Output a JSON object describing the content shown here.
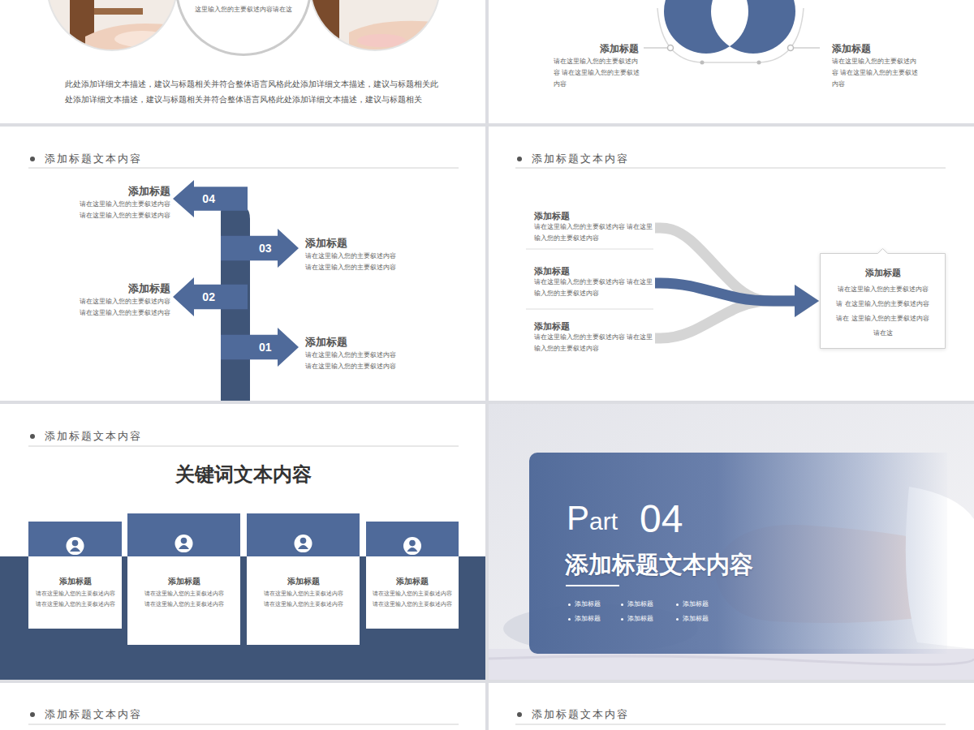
{
  "diagram": {
    "nodes": [
      {
        "text": [
          "这里输入您的主要叙述内容请在这"
        ]
      },
      {
        "text": [
          "04",
          "添加标题",
          "请在这里输入您的主要叙述内容 请在这里输入您的主要叙述内容"
        ]
      },
      {
        "text": [
          "03",
          "添加标题",
          "请在这里输入您的主要叙述内容 请在这里输入您的主要叙述内容"
        ]
      },
      {
        "text": [
          "02",
          "添加标题",
          "请在这里输入您的主要叙述内容 请在这里输入您的主要叙述内容"
        ]
      },
      {
        "text": [
          "01",
          "添加标题",
          "请在这里输入您的主要叙述内容 请在这里输入您的主要叙述内容"
        ]
      },
      {
        "text": [
          "添加标题",
          "请在这里输入您的主要叙述内容 请在这里输入您的主要叙述内容"
        ]
      },
      {
        "text": [
          "添加标题",
          "请在这里输入您的主要叙述内容 请在这里输入您的主要叙述内容"
        ]
      },
      {
        "text": [
          "添加标题",
          "请在这里输入您的主要叙述内容 请在这里输入您的主要叙述内容"
        ]
      },
      {
        "text": [
          "添加标题",
          "请在这里输入您的主要叙述内容请 在这里输入您的主要叙述内容请在 这里输入您的主要叙述内容请在这"
        ]
      },
      {
        "text": [
          "添加标题",
          "请在这里输入您的主要叙述内容 请在这里输入您的主要叙述内容"
        ]
      },
      {
        "text": [
          "添加标题",
          "请在这里输入您的主要叙述内容 请在这里输入您的主要叙述内容"
        ]
      },
      {
        "text": [
          "添加标题",
          "请在这里输入您的主要叙述内容 请在这里输入您的主要叙述内容"
        ]
      },
      {
        "text": [
          "添加标题",
          "请在这里输入您的主要叙述内容 请在这里输入您的主要叙述内容"
        ]
      },
      {
        "text": [
          "Part",
          "04",
          "添加标题文本内容",
          "添加标题",
          "添加标题",
          "添加标题",
          "添加标题",
          "添加标题",
          "添加标题"
        ]
      }
    ],
    "edges": [
      {
        "from": 5,
        "to": 8,
        "arrow": "to"
      },
      {
        "from": 6,
        "to": 8,
        "arrow": "to"
      },
      {
        "from": 7,
        "to": 8,
        "arrow": "to"
      }
    ],
    "labels": [
      "此处添加详细文本描述，建议与标题相关并符合整体语言风格此处添加详细文本描述，建议与标题相关此 处添加详细文本描述，建议与标题相关并符合整体语言风格此处添加详细文本描述，建议与标题相关",
      "添加标题",
      "请在这里输入您的主要叙述内容 请在这里输入您的主要叙述内容",
      "添加标题",
      "请在这里输入您的主要叙述内容 请在这里输入您的主要叙述内容",
      "添加标题文本内容",
      "添加标题文本内容",
      "添加标题文本内容",
      "关键词文本内容",
      "添加标题文本内容",
      "添加标题文本内容"
    ]
  }
}
